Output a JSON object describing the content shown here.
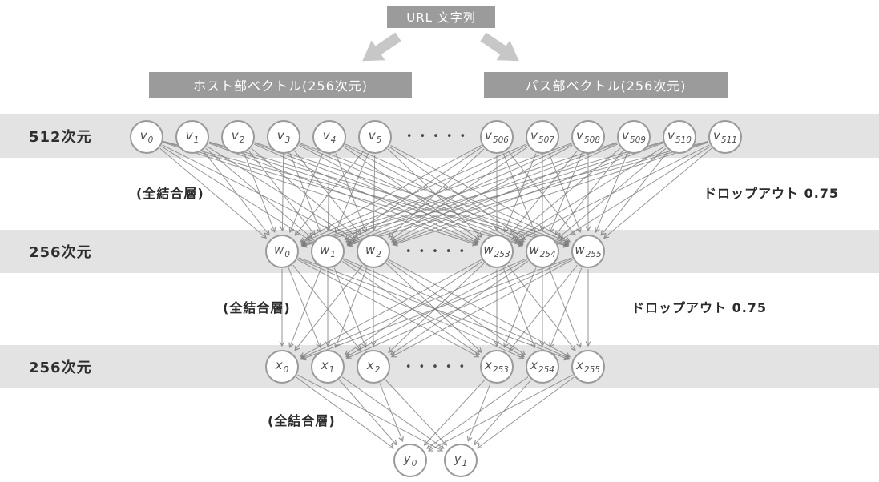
{
  "title_box": {
    "label": "URL 文字列"
  },
  "input_boxes": [
    {
      "id": "host",
      "label": "ホスト部ベクトル(256次元)"
    },
    {
      "id": "path",
      "label": "パス部ベクトル(256次元)"
    }
  ],
  "layers": [
    {
      "id": "v",
      "var": "v",
      "dim_label": "512次元",
      "left_subscripts": [
        "0",
        "1",
        "2",
        "3",
        "4",
        "5"
      ],
      "right_subscripts": [
        "506",
        "507",
        "508",
        "509",
        "510",
        "511"
      ],
      "dots": "•••••"
    },
    {
      "id": "w",
      "var": "w",
      "dim_label": "256次元",
      "left_subscripts": [
        "0",
        "1",
        "2"
      ],
      "right_subscripts": [
        "253",
        "254",
        "255"
      ],
      "dots": "•••••"
    },
    {
      "id": "x",
      "var": "x",
      "dim_label": "256次元",
      "left_subscripts": [
        "0",
        "1",
        "2"
      ],
      "right_subscripts": [
        "253",
        "254",
        "255"
      ],
      "dots": "•••••"
    }
  ],
  "output_layer": {
    "var": "y",
    "subscripts": [
      "0",
      "1"
    ]
  },
  "annotations": {
    "fc1": "(全結合層)",
    "dropout1": "ドロップアウト 0.75",
    "fc2": "(全結合層)",
    "dropout2": "ドロップアウト 0.75",
    "fc3": "(全結合層)"
  },
  "colors": {
    "box_bg": "#9b9b9b",
    "band_bg": "#e3e3e3",
    "node_border": "#9a9a9a",
    "edge": "#7c7c7c",
    "split_arrow": "#c7c7c7"
  }
}
